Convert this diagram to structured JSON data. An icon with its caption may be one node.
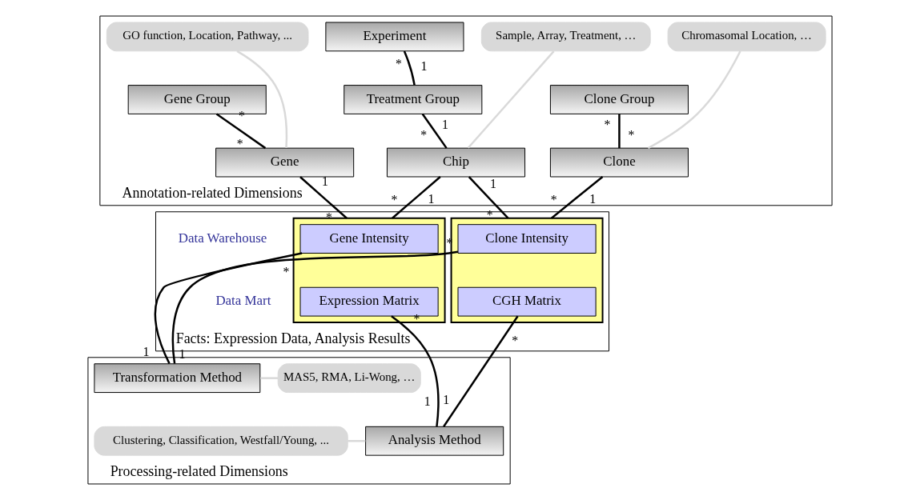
{
  "diagram": {
    "nodes": [
      {
        "text": [
          "Annotation-related Dimensions"
        ]
      },
      {
        "text": [
          "GO function, Location, Pathway, ..."
        ],
        "in": 0
      },
      {
        "text": [
          "Sample, Array, Treatment, …"
        ],
        "in": 0
      },
      {
        "text": [
          "Experiment"
        ],
        "in": 0
      },
      {
        "text": [
          "Chromasomal Location, …"
        ],
        "in": 0
      },
      {
        "text": [
          "Gene Group"
        ],
        "in": 0
      },
      {
        "text": [
          "Treatment Group"
        ],
        "in": 0
      },
      {
        "text": [
          "Clone Group"
        ],
        "in": 0
      },
      {
        "text": [
          "Gene"
        ],
        "in": 0
      },
      {
        "text": [
          "Chip"
        ],
        "in": 0
      },
      {
        "text": [
          "Clone"
        ],
        "in": 0
      },
      {
        "text": [
          "Facts: Expression Data, Analysis Results"
        ]
      },
      {
        "text": [],
        "shape": "box",
        "in": 11
      },
      {
        "text": [
          "Gene Intensity"
        ],
        "in": 12
      },
      {
        "text": [
          "Expression Matrix"
        ],
        "in": 12
      },
      {
        "text": [],
        "shape": "box",
        "in": 11
      },
      {
        "text": [
          "Clone Intensity"
        ],
        "in": 15
      },
      {
        "text": [
          "CGH Matrix"
        ],
        "in": 15
      },
      {
        "text": [
          "Processing-related Dimensions"
        ]
      },
      {
        "text": [
          "Transformation Method"
        ],
        "in": 18
      },
      {
        "text": [
          "MAS5, RMA, Li-Wong, …"
        ],
        "in": 18
      },
      {
        "text": [
          "Clustering, Classification, Westfall/Young, ..."
        ],
        "in": 18
      },
      {
        "text": [
          "Analysis Method"
        ],
        "in": 18
      }
    ],
    "edges": [
      {
        "from": 1,
        "to": 8,
        "arrow": "none",
        "color": "#d9d9d9"
      },
      {
        "from": 2,
        "to": 9,
        "arrow": "none",
        "color": "#d9d9d9"
      },
      {
        "from": 4,
        "to": 10,
        "arrow": "none",
        "color": "#d9d9d9"
      },
      {
        "from": 3,
        "to": 6,
        "arrow": "none"
      },
      {
        "from": 5,
        "to": 8,
        "arrow": "none"
      },
      {
        "from": 6,
        "to": 9,
        "arrow": "none"
      },
      {
        "from": 7,
        "to": 10,
        "arrow": "none"
      },
      {
        "from": 8,
        "to": 12,
        "arrow": "none"
      },
      {
        "from": 9,
        "to": 12,
        "arrow": "none"
      },
      {
        "from": 9,
        "to": 15,
        "arrow": "none"
      },
      {
        "from": 10,
        "to": 15,
        "arrow": "none"
      },
      {
        "from": 13,
        "to": 19,
        "arrow": "none"
      },
      {
        "from": 16,
        "to": 19,
        "arrow": "none"
      },
      {
        "from": 20,
        "to": 19,
        "arrow": "none",
        "color": "#d9d9d9"
      },
      {
        "from": 14,
        "to": 22,
        "arrow": "none"
      },
      {
        "from": 17,
        "to": 22,
        "arrow": "none"
      },
      {
        "from": 21,
        "to": 22,
        "arrow": "none",
        "color": "#d9d9d9"
      }
    ],
    "labels": [
      "1",
      "*",
      "*",
      "*",
      "1",
      "*",
      "*",
      "*",
      "1",
      "*",
      "1",
      "*",
      "1",
      "*",
      "1",
      "*",
      "Data Warehouse",
      "Data Mart",
      "*",
      "1",
      "*",
      "1",
      "*",
      "1",
      "*",
      "1"
    ]
  }
}
